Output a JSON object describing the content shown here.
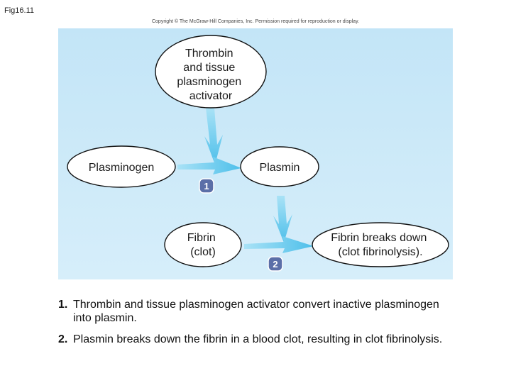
{
  "figure_label": "Fig16.11",
  "copyright": "Copyright © The McGraw-Hill Companies, Inc. Permission required for reproduction or display.",
  "nodes": {
    "activator": [
      "Thrombin",
      "and tissue",
      "plasminogen",
      "activator"
    ],
    "plasminogen": [
      "Plasminogen"
    ],
    "plasmin": [
      "Plasmin"
    ],
    "fibrin": [
      "Fibrin",
      "(clot)"
    ],
    "fibrinolysis": [
      "Fibrin breaks down",
      "(clot fibrinolysis)."
    ]
  },
  "steps": [
    "1",
    "2"
  ],
  "captions": [
    {
      "num": "1.",
      "text": "Thrombin and tissue plasminogen activator convert inactive plasminogen into plasmin."
    },
    {
      "num": "2.",
      "text": "Plasmin breaks down the fibrin in a blood clot, resulting in clot fibrinolysis."
    }
  ],
  "colors": {
    "panel": "#c8e8f8",
    "arrow": "#6fcdf0",
    "badge": "#5b6fa8"
  }
}
